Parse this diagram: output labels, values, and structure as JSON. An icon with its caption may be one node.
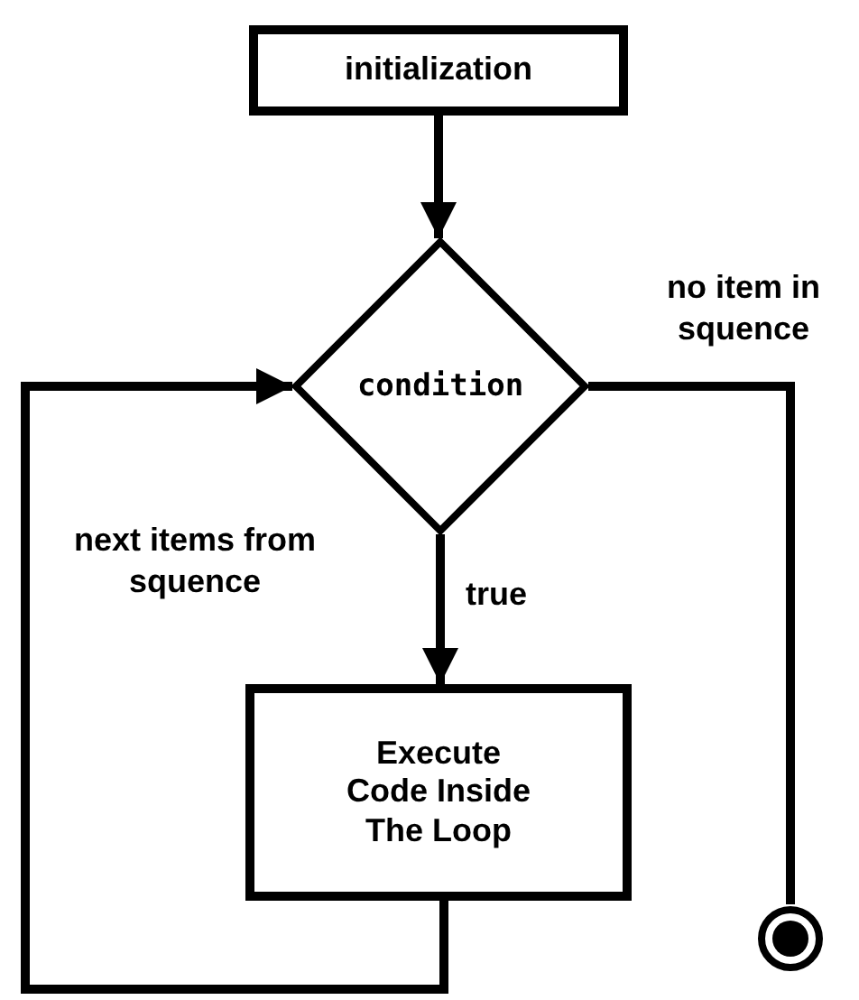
{
  "diagram": {
    "nodes": [
      {
        "text": [
          "initialization"
        ]
      },
      {
        "text": [
          "condition"
        ]
      },
      {
        "text": [
          "Execute Code Inside The Loop"
        ]
      },
      {
        "text": [],
        "shape": "circle"
      }
    ],
    "edges": [
      {
        "from": 0,
        "to": 1,
        "arrow": "to"
      },
      {
        "from": 1,
        "to": 2,
        "arrow": "to",
        "label": "true"
      },
      {
        "from": 2,
        "to": 1,
        "arrow": "to",
        "label": "next items from squence"
      },
      {
        "from": 1,
        "to": 3,
        "arrow": "none",
        "label": "no item in squence"
      }
    ]
  }
}
